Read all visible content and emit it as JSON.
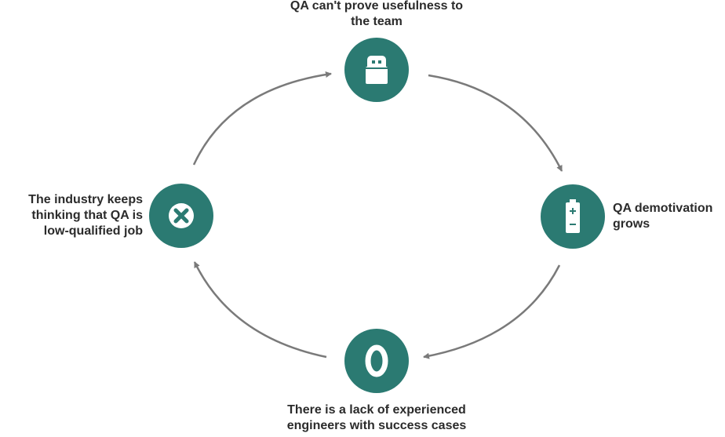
{
  "diagram": {
    "accent_color": "#2b7a72",
    "arrow_color": "#7a7a7a",
    "nodes": [
      {
        "id": "top",
        "icon": "lock-icon",
        "label": "QA can't prove usefulness to\nthe team"
      },
      {
        "id": "right",
        "icon": "battery-icon",
        "label": "QA demotivation\ngrows"
      },
      {
        "id": "bottom",
        "icon": "zero-icon",
        "label": "There is a lack of experienced\nengineers with success cases"
      },
      {
        "id": "left",
        "icon": "close-circle-icon",
        "label": "The industry keeps\nthinking that QA is\nlow-qualified job"
      }
    ]
  }
}
